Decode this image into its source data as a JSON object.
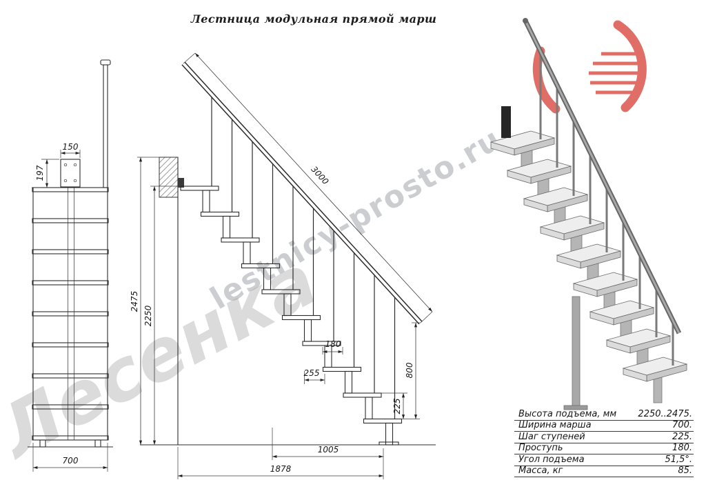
{
  "title": "Лестница модульная прямой марш",
  "watermarks": {
    "big": "Лесенка",
    "site": "lestnicy-prosto.ru"
  },
  "colors": {
    "logo": "#d94a40"
  },
  "dims": {
    "plate_width": "150",
    "plate_height": "197",
    "march_width": "700",
    "stringer_length": "3000",
    "total_height": "2475",
    "floor_height": "2250",
    "tread_depth": "180",
    "step_pitch": "255",
    "rail_height": "800",
    "step_rise": "225",
    "run_bottom": "1005",
    "run_total": "1878"
  },
  "spec_table": {
    "rows": [
      {
        "label": "Высота подъема, мм",
        "value": "2250..2475."
      },
      {
        "label": "Ширина марша",
        "value": "700."
      },
      {
        "label": "Шаг ступеней",
        "value": "225."
      },
      {
        "label": "Проступь",
        "value": "180."
      },
      {
        "label": "Угол подъема",
        "value": "51,5°."
      },
      {
        "label": "Масса, кг",
        "value": "85."
      }
    ]
  }
}
